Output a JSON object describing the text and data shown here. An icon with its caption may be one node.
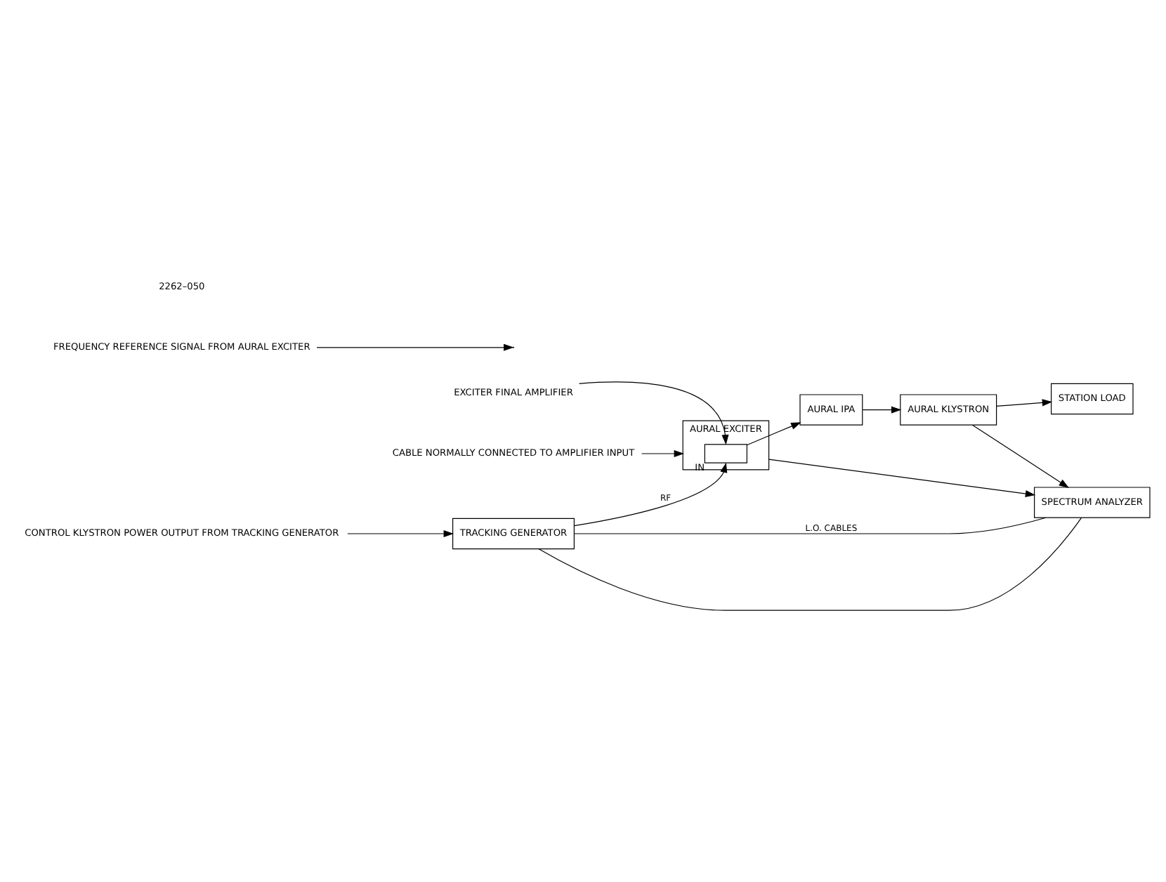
{
  "diagram": {
    "nodes": [
      {
        "text": [
          "AURAL EXCITER"
        ]
      },
      {
        "text": [
          "EXCITER FINAL AMPLIFIER"
        ]
      },
      {
        "text": [],
        "shape": "box",
        "in": 0,
        "beside": [
          "IN"
        ]
      },
      {
        "text": [
          "AURAL IPA"
        ]
      },
      {
        "text": [
          "AURAL KLYSTRON"
        ]
      },
      {
        "text": [
          "STATION LOAD"
        ]
      },
      {
        "text": [
          "CABLE NORMALLY CONNECTED TO AMPLIFIER INPUT"
        ]
      },
      {
        "text": [
          "TRACKING GENERATOR"
        ]
      },
      {
        "text": [
          "SPECTRUM ANALYZER"
        ]
      },
      {
        "text": [
          "CONTROL KLYSTRON POWER OUTPUT FROM TRACKING GENERATOR"
        ]
      },
      {
        "text": [
          "FREQUENCY REFERENCE SIGNAL FROM AURAL EXCITER"
        ]
      }
    ],
    "edges": [
      {
        "from": 1,
        "to": 2,
        "arrow": "to"
      },
      {
        "from": 2,
        "to": 3,
        "arrow": "to"
      },
      {
        "from": 3,
        "to": 4,
        "arrow": "to"
      },
      {
        "from": 4,
        "to": 5,
        "arrow": "to"
      },
      {
        "from": 6,
        "to": 0,
        "arrow": "to"
      },
      {
        "from": 7,
        "to": 2,
        "arrow": "to",
        "label": "RF"
      },
      {
        "from": 9,
        "to": 7,
        "arrow": "to"
      },
      {
        "from": 7,
        "to": 8,
        "arrow": "none",
        "label": "L.O. CABLES"
      },
      {
        "from": 7,
        "to": 8,
        "arrow": "none"
      },
      {
        "from": 4,
        "to": 8,
        "arrow": "to"
      },
      {
        "from": 0,
        "to": 8,
        "arrow": "to"
      },
      {
        "from": 10,
        "to": null,
        "arrow": "to"
      }
    ],
    "labels": [
      "2262–050"
    ]
  }
}
